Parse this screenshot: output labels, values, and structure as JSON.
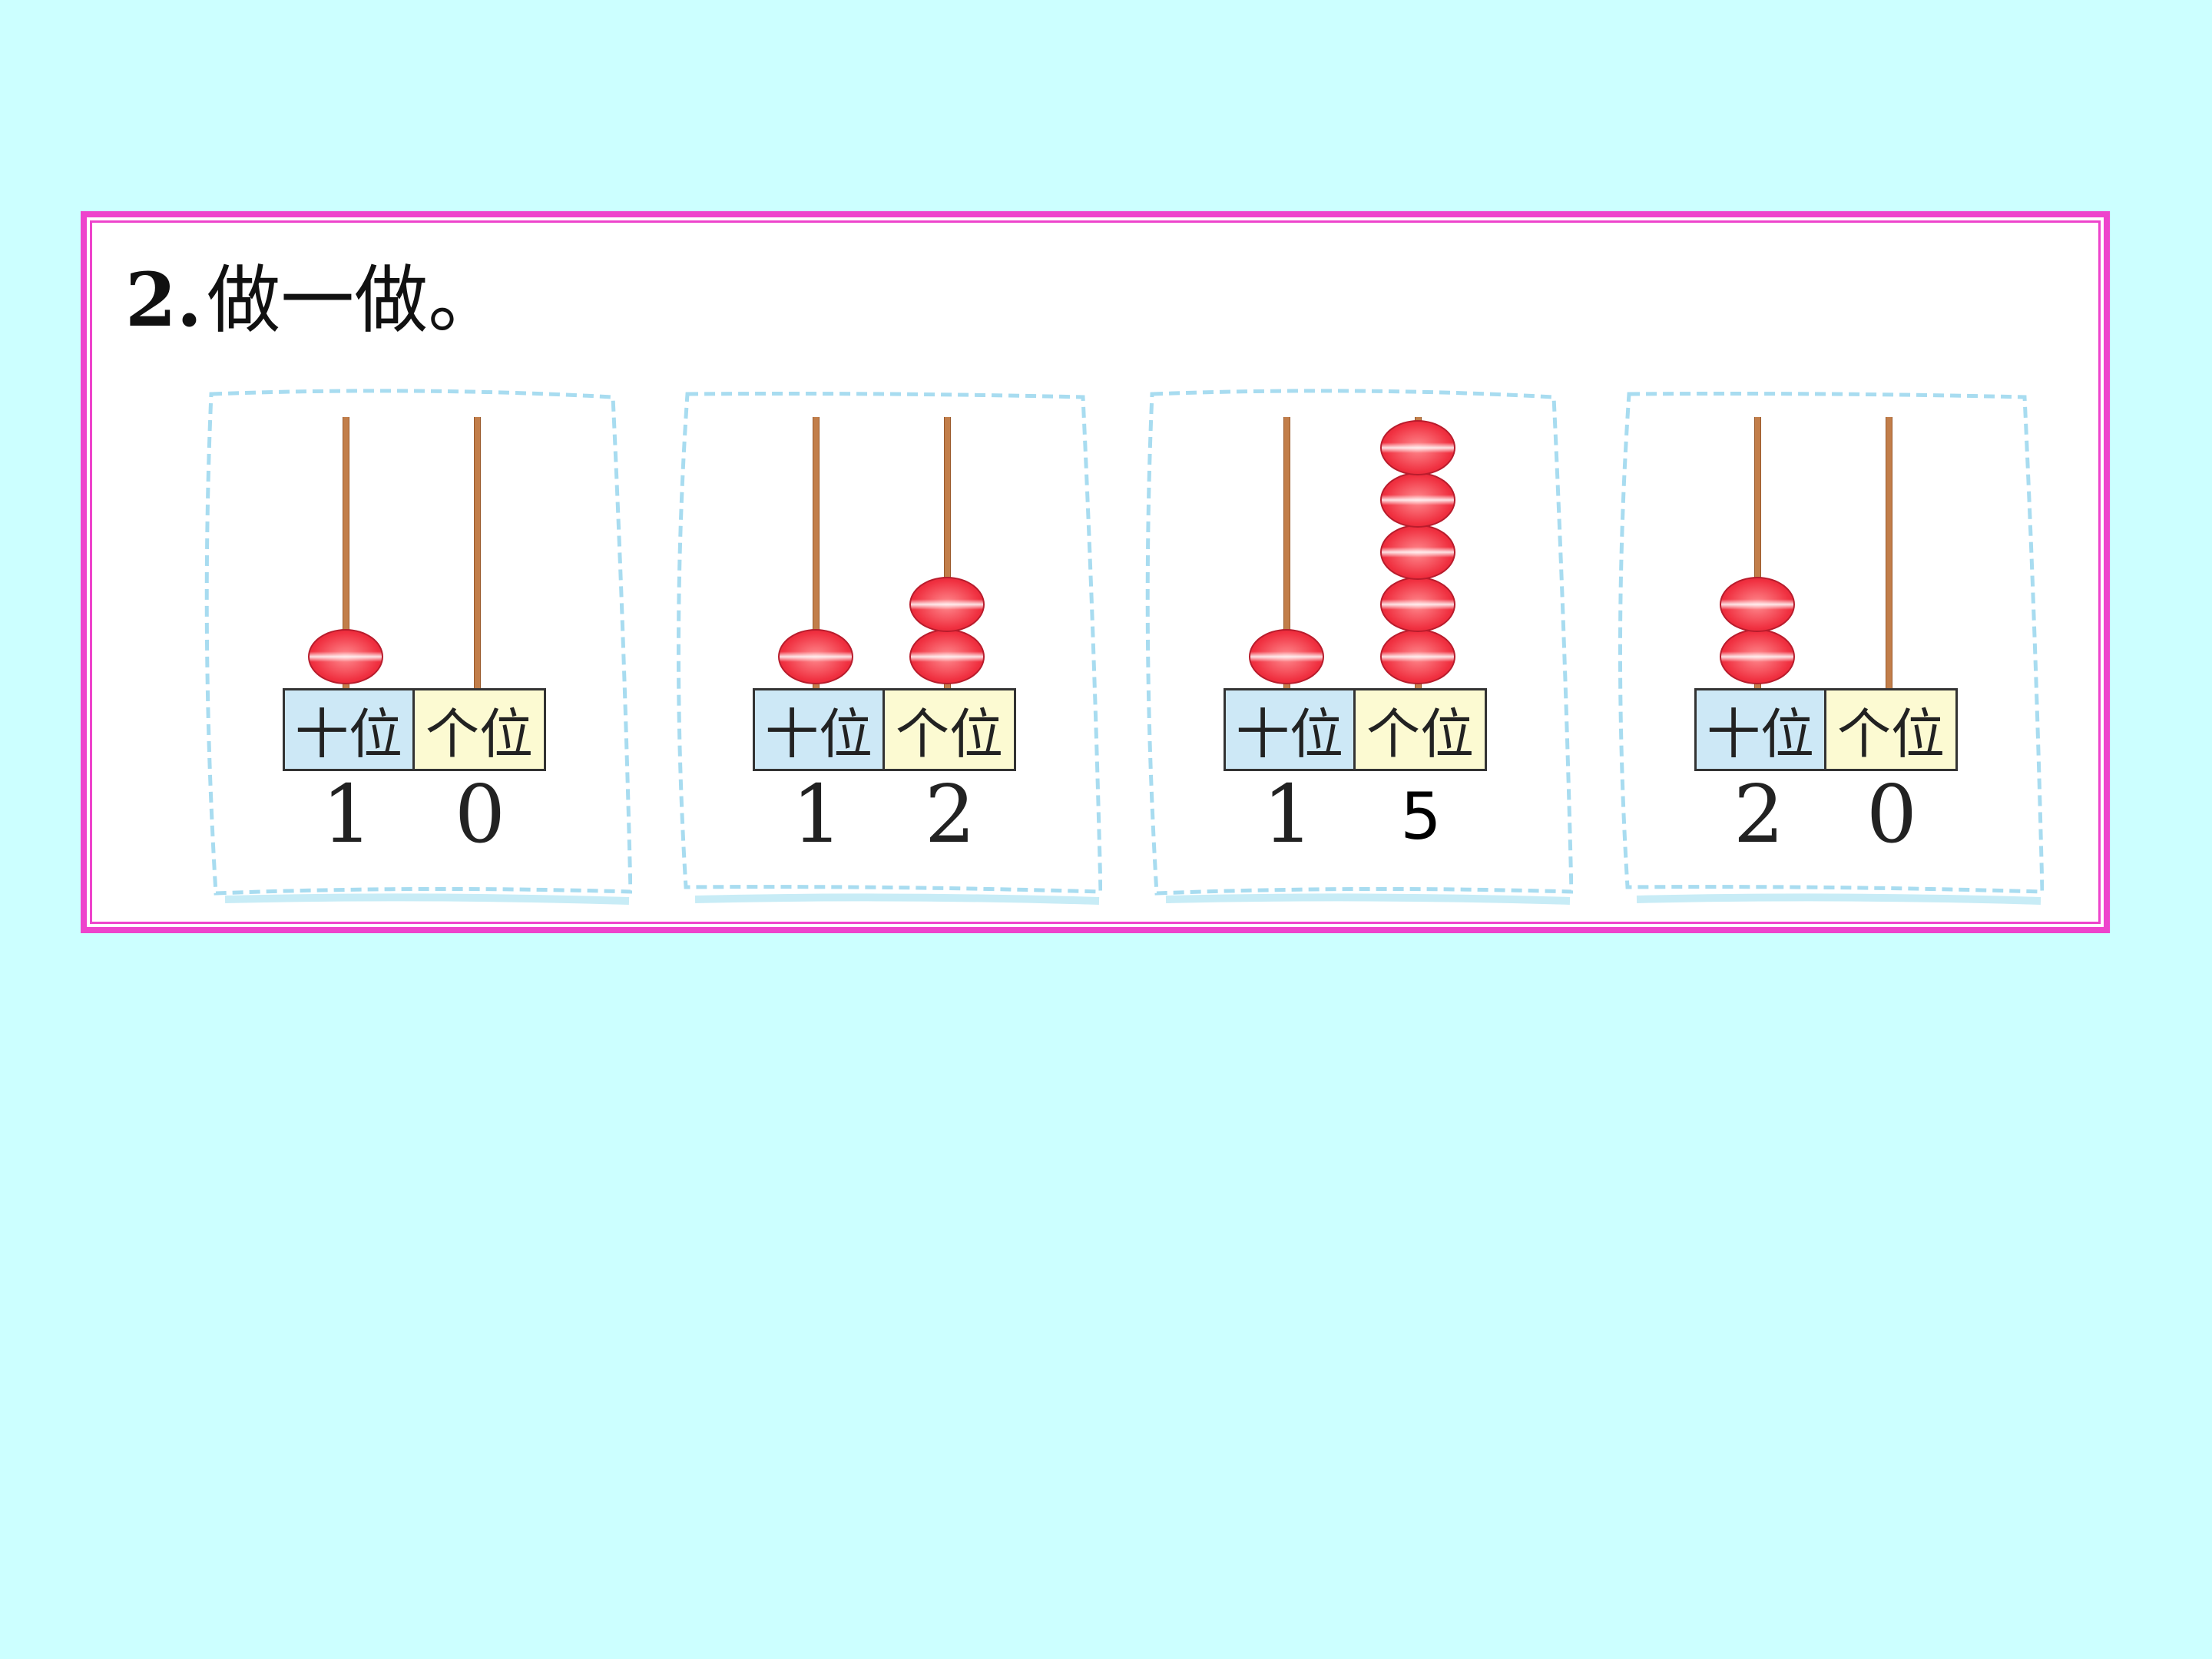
{
  "exercise": {
    "number": "2.",
    "title": "做一做。"
  },
  "labels": {
    "tens": "十位",
    "ones": "个位"
  },
  "abacuses": [
    {
      "tens_beads": 1,
      "ones_beads": 0,
      "tens_digit": "1",
      "ones_digit": "0"
    },
    {
      "tens_beads": 1,
      "ones_beads": 2,
      "tens_digit": "1",
      "ones_digit": "2"
    },
    {
      "tens_beads": 1,
      "ones_beads": 5,
      "tens_digit": "1",
      "ones_digit": "5"
    },
    {
      "tens_beads": 2,
      "ones_beads": 0,
      "tens_digit": "2",
      "ones_digit": "0"
    }
  ],
  "colors": {
    "background": "#ccffff",
    "frame_border": "#ee44cc",
    "paper_edge": "#a8dcf0",
    "bead": "#f03040",
    "tens_cell": "#cde8f6",
    "ones_cell": "#fcfad2"
  }
}
